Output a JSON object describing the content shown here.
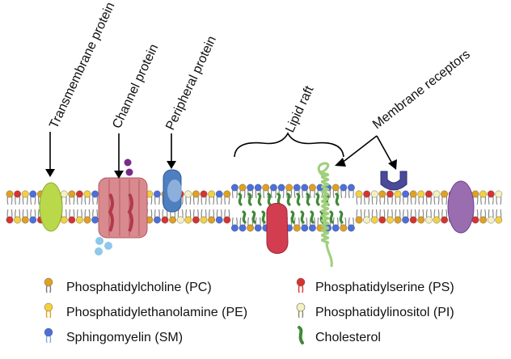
{
  "labels": {
    "transmembrane": "Transmembrane protein",
    "channel": "Channel protein",
    "peripheral": "Peripheral protein",
    "raft": "Lipid raft",
    "receptors": "Membrane receptors"
  },
  "legend": [
    {
      "icon": "pc-lipid-icon",
      "label": "Phosphatidylcholine (PC)"
    },
    {
      "icon": "ps-lipid-icon",
      "label": "Phosphatidylserine (PS)"
    },
    {
      "icon": "pe-lipid-icon",
      "label": "Phosphatidylethanolamine (PE)"
    },
    {
      "icon": "pi-lipid-icon",
      "label": "Phosphatidylinositol (PI)"
    },
    {
      "icon": "sm-lipid-icon",
      "label": "Sphingomyelin (SM)"
    },
    {
      "icon": "cholesterol-icon",
      "label": "Cholesterol"
    }
  ],
  "colors": {
    "pc": "#e0a020",
    "pe": "#f3d040",
    "sm": "#4b6fdc",
    "ps": "#d8322f",
    "pi": "#f4f0c0",
    "cholesterol": "#3f8a36",
    "transmembrane": "#b9d94a",
    "channel": "#d77a7f",
    "peripheral": "#4e7fc0",
    "raft_protein": "#d23e50",
    "helix": "#9fcf7a",
    "receptor": "#4a4a9a",
    "right_protein": "#9a6cb0",
    "ion_purple": "#7a2a8a",
    "ion_blue": "#8ec8ea"
  }
}
